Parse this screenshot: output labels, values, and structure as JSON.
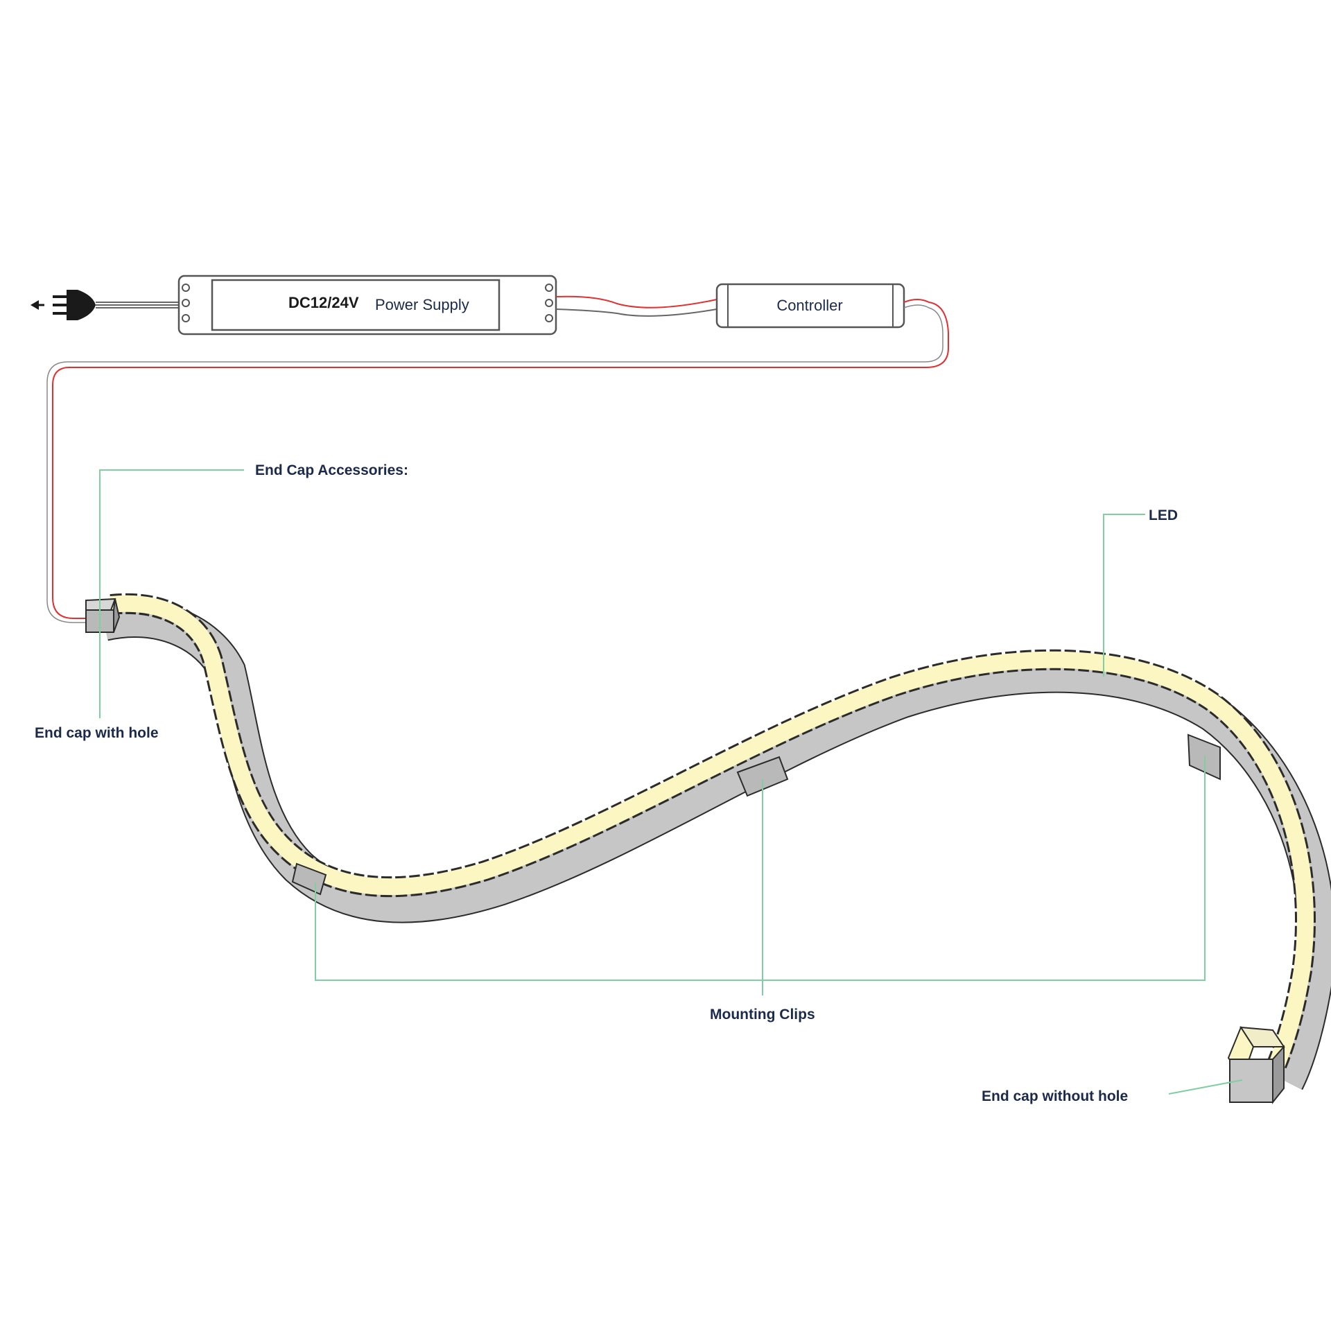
{
  "power_supply": {
    "voltage": "DC12/24V",
    "label": "Power Supply"
  },
  "controller": {
    "label": "Controller"
  },
  "labels": {
    "end_cap_accessories": "End Cap Accessories:",
    "led": "LED",
    "end_cap_with_hole": "End cap with hole",
    "mounting_clips": "Mounting Clips",
    "end_cap_without_hole": "End cap without hole"
  },
  "colors": {
    "led_glow": "#fbf6c2",
    "strip_body": "#c6c6c6",
    "outline": "#2b2b2b",
    "leader_line": "#7fcfa3",
    "label_text": "#1b2a4a",
    "wire_red": "#e03030"
  },
  "icons": {
    "plug": "plug-icon",
    "direction_arrow": "arrow-left-icon"
  }
}
